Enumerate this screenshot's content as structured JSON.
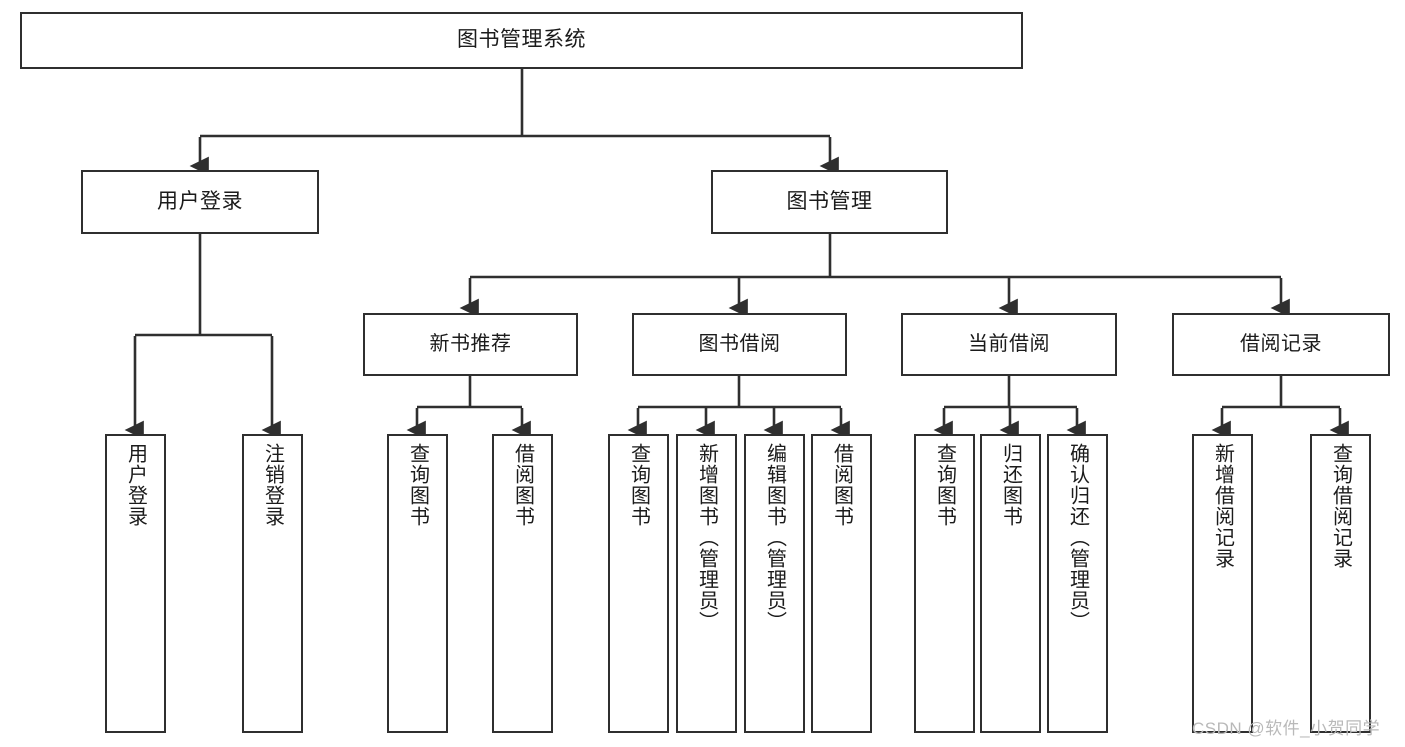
{
  "diagram": {
    "title": "图书管理系统",
    "type": "tree",
    "root": {
      "id": "root",
      "label": "图书管理系统"
    },
    "level2": [
      {
        "id": "user-login",
        "label": "用户登录"
      },
      {
        "id": "book-manage",
        "label": "图书管理"
      }
    ],
    "level3": [
      {
        "id": "new-book-recommend",
        "label": "新书推荐"
      },
      {
        "id": "book-borrow",
        "label": "图书借阅"
      },
      {
        "id": "current-borrow",
        "label": "当前借阅"
      },
      {
        "id": "borrow-record",
        "label": "借阅记录"
      }
    ],
    "leaves": [
      {
        "id": "leaf-user-login",
        "label": "用户登录",
        "parent": "user-login"
      },
      {
        "id": "leaf-user-logout",
        "label": "注销登录",
        "parent": "user-login"
      },
      {
        "id": "leaf-query-book-1",
        "label": "查询图书",
        "parent": "new-book-recommend"
      },
      {
        "id": "leaf-borrow-book-1",
        "label": "借阅图书",
        "parent": "new-book-recommend"
      },
      {
        "id": "leaf-query-book-2",
        "label": "查询图书",
        "parent": "book-borrow"
      },
      {
        "id": "leaf-add-book",
        "label": "新增图书（管理员）",
        "parent": "book-borrow"
      },
      {
        "id": "leaf-edit-book",
        "label": "编辑图书（管理员）",
        "parent": "book-borrow"
      },
      {
        "id": "leaf-borrow-book-2",
        "label": "借阅图书",
        "parent": "book-borrow"
      },
      {
        "id": "leaf-query-book-3",
        "label": "查询图书",
        "parent": "current-borrow"
      },
      {
        "id": "leaf-return-book",
        "label": "归还图书",
        "parent": "current-borrow"
      },
      {
        "id": "leaf-confirm-return",
        "label": "确认归还（管理员）",
        "parent": "current-borrow"
      },
      {
        "id": "leaf-add-record",
        "label": "新增借阅记录",
        "parent": "borrow-record"
      },
      {
        "id": "leaf-query-record",
        "label": "查询借阅记录",
        "parent": "borrow-record"
      }
    ],
    "watermark": "CSDN @软件_小贺同学",
    "colors": {
      "stroke": "#2f2f2f",
      "fill": "#ffffff",
      "text": "#1b1b1b",
      "watermark": "#b9b9b9"
    }
  }
}
